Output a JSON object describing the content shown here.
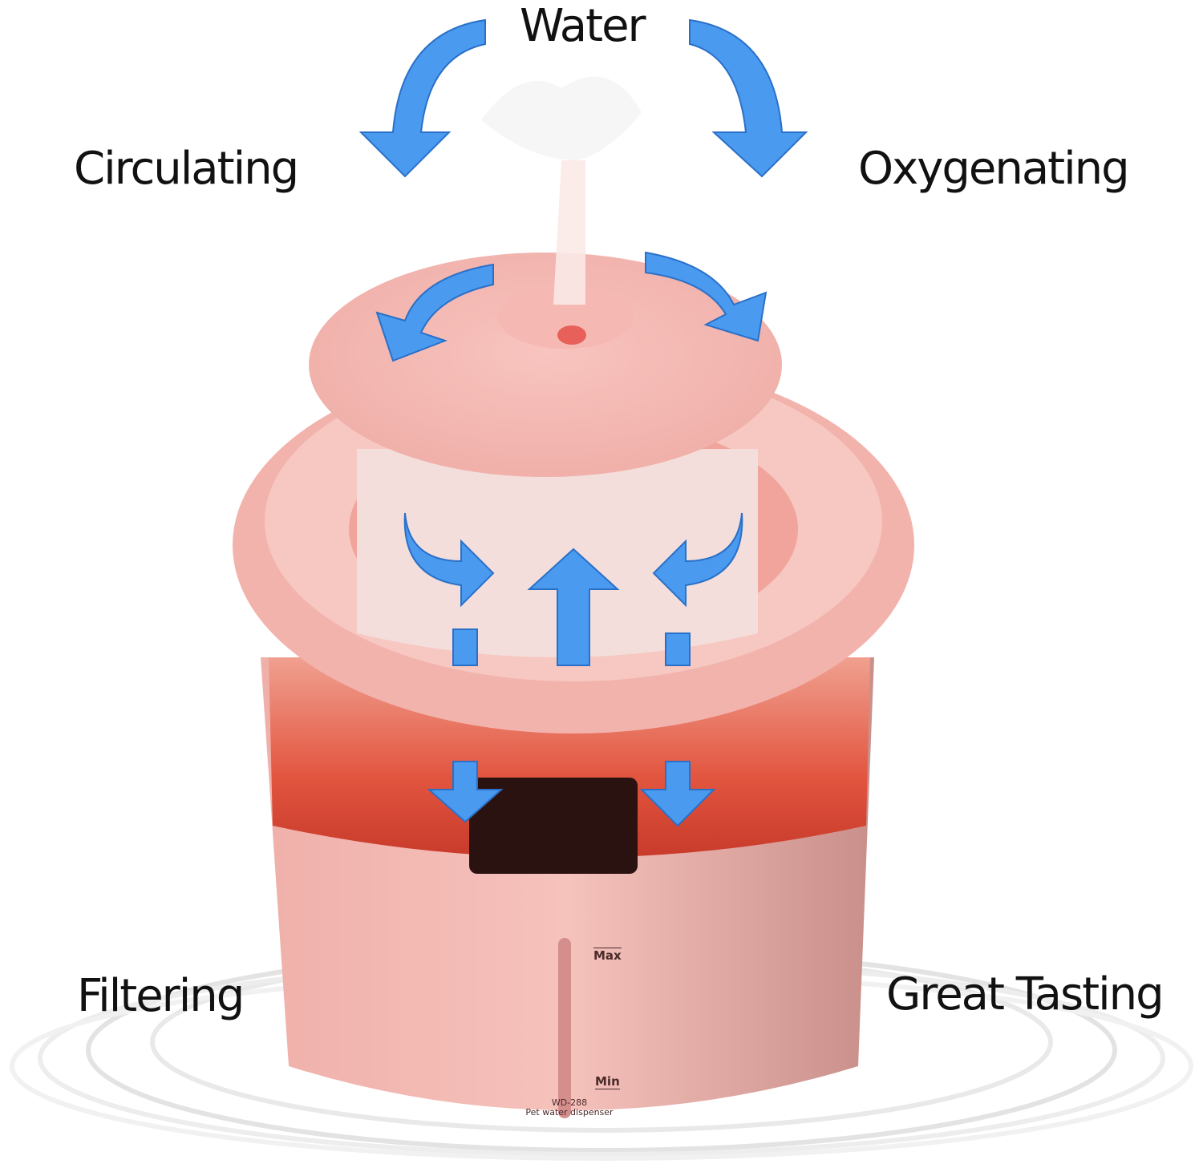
{
  "labels": {
    "top": "Water",
    "left_top": "Circulating",
    "right_top": "Oxygenating",
    "left_bottom": "Filtering",
    "right_bottom": "Great Tasting"
  },
  "product": {
    "max_mark": "Max",
    "min_mark": "Min",
    "model": "WD-288",
    "description": "Pet water dispenser"
  },
  "colors": {
    "arrow": "#4a9af0",
    "body_pink": "#f2b8b2",
    "interior_red": "#e2553f"
  }
}
